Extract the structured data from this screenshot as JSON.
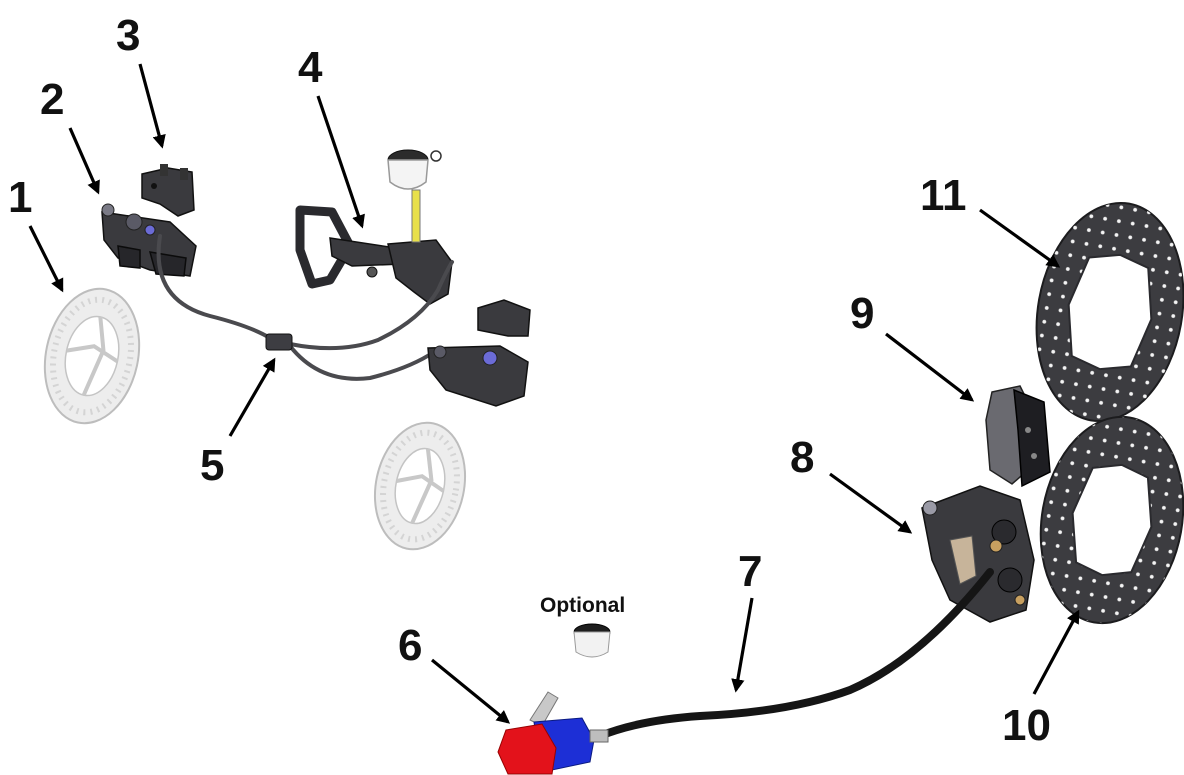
{
  "callouts": {
    "n1": "1",
    "n2": "2",
    "n3": "3",
    "n4": "4",
    "n5": "5",
    "n6": "6",
    "n7": "7",
    "n8": "8",
    "n9": "9",
    "n10": "10",
    "n11": "11"
  },
  "optional_label": "Optional",
  "colors": {
    "master_cylinder_red": "#e3121b",
    "master_cylinder_blue": "#1d2fd6",
    "hose_yellow": "#e8e04a",
    "disc_dark": "#3c3c40",
    "disc_ghost": "#ececec"
  },
  "icons": [
    "brake-disc-icon",
    "brake-caliper-icon",
    "caliper-bracket-icon",
    "master-cylinder-icon",
    "brake-hose-icon",
    "brake-pad-icon",
    "fluid-reservoir-icon"
  ]
}
